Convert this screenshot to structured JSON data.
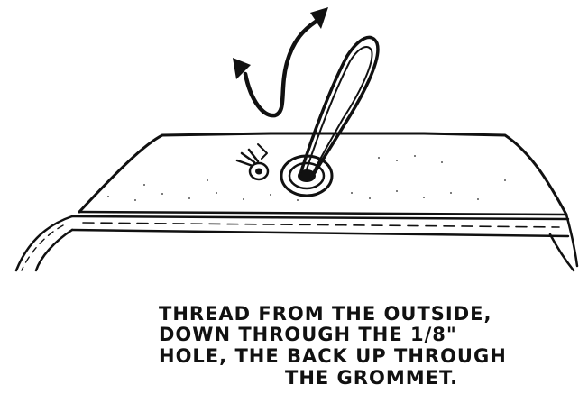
{
  "caption": {
    "lines": [
      "THREAD FROM THE OUTSIDE,",
      "DOWN THROUGH THE 1/8\"",
      "HOLE, THE BACK UP THROUGH",
      "THE GROMMET."
    ]
  },
  "colors": {
    "ink": "#111111",
    "paper": "#ffffff"
  }
}
